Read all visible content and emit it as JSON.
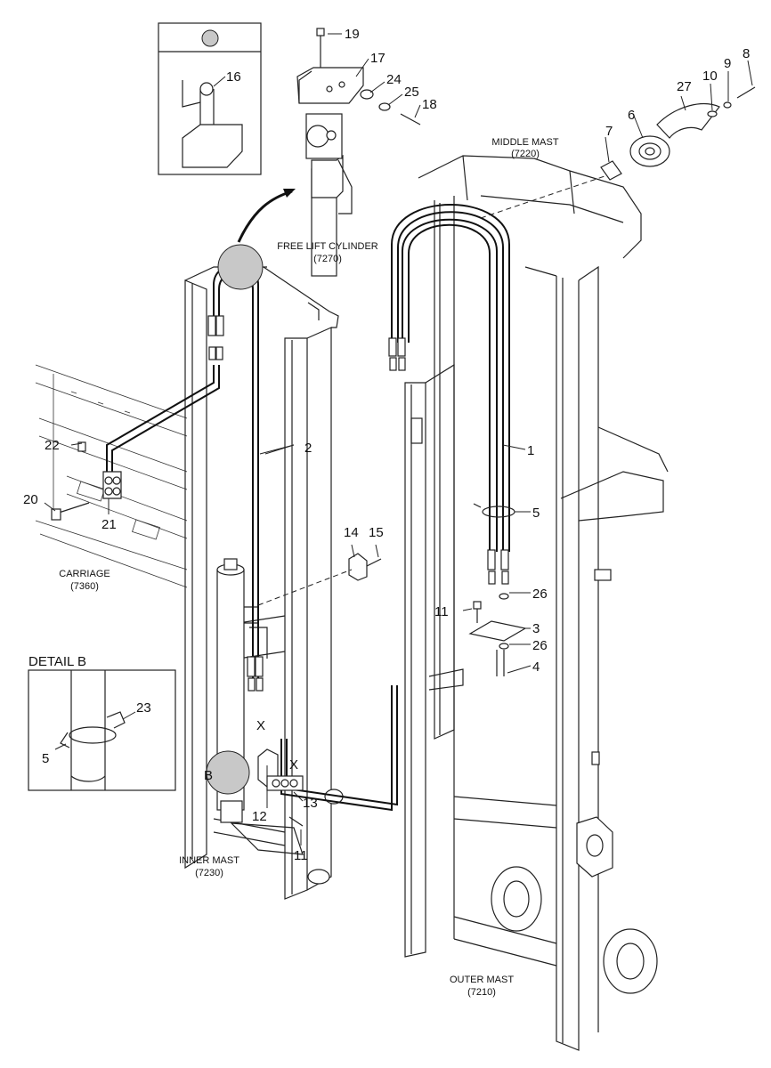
{
  "labels": {
    "middle_mast": "MIDDLE MAST",
    "middle_mast_code": "(7220)",
    "free_lift": "FREE LIFT CYLINDER",
    "free_lift_code": "(7270)",
    "carriage": "CARRIAGE",
    "carriage_code": "(7360)",
    "inner_mast": "INNER MAST",
    "inner_mast_code": "(7230)",
    "outer_mast": "OUTER MAST",
    "outer_mast_code": "(7210)",
    "detail_b": "DETAIL B",
    "mark_b": "B",
    "mark_x1": "X",
    "mark_x2": "X"
  },
  "parts": {
    "p1": "1",
    "p2": "2",
    "p3": "3",
    "p4": "4",
    "p5": "5",
    "p5b": "5",
    "p6": "6",
    "p7": "7",
    "p8": "8",
    "p9": "9",
    "p10": "10",
    "p11a": "11",
    "p11b": "11",
    "p12": "12",
    "p13": "13",
    "p14": "14",
    "p15": "15",
    "p16": "16",
    "p17": "17",
    "p18": "18",
    "p19": "19",
    "p20": "20",
    "p21": "21",
    "p22": "22",
    "p23": "23",
    "p24": "24",
    "p25": "25",
    "p26a": "26",
    "p26b": "26",
    "p27": "27"
  }
}
